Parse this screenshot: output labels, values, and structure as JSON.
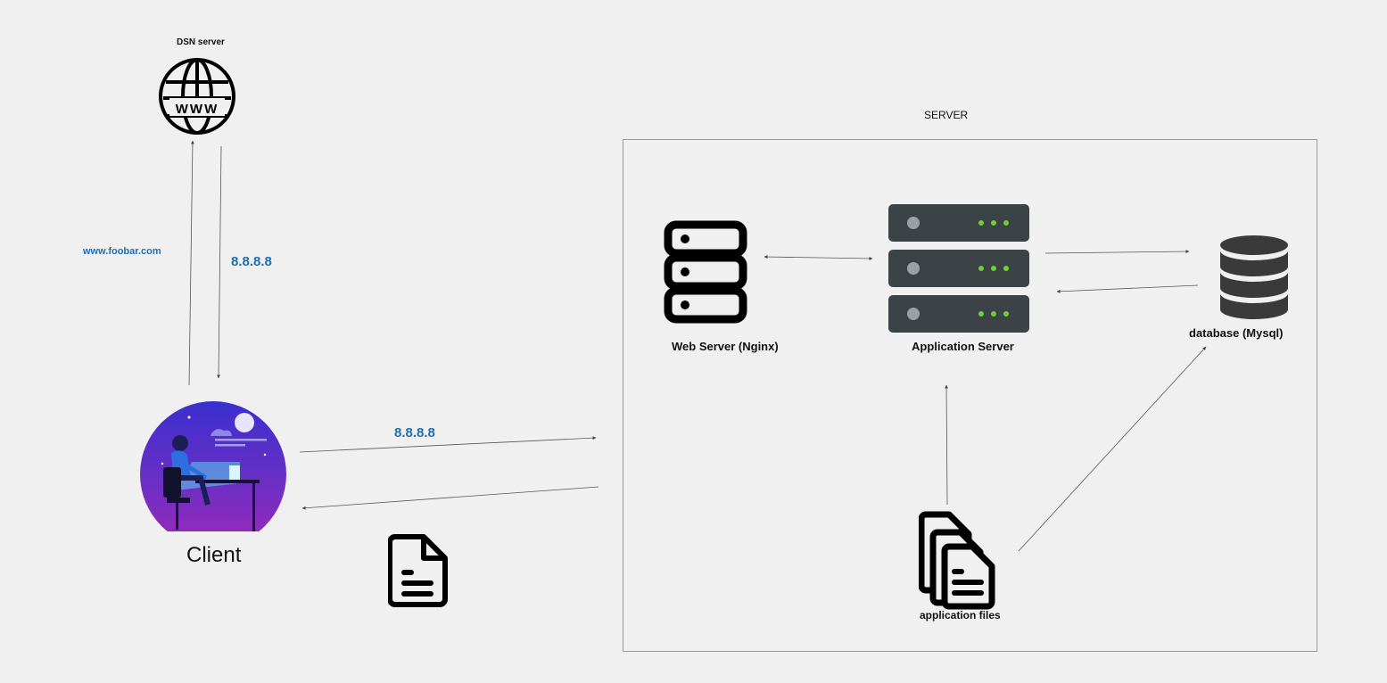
{
  "dns": {
    "label": "DSN server",
    "icon": "www-globe-icon",
    "icon_text": "WWW"
  },
  "request_label": "www.foobar.com",
  "dns_response_label": "8.8.8.8",
  "client": {
    "label": "Client",
    "icon": "client-illustration-icon"
  },
  "client_request_label": "8.8.8.8",
  "response_icon": "document-icon",
  "server_group": {
    "label": "SERVER"
  },
  "web_server": {
    "label": "Web Server (Nginx)",
    "icon": "server-stack-icon"
  },
  "app_server": {
    "label": "Application Server",
    "icon": "server-rack-icon"
  },
  "database": {
    "label": "database (Mysql)",
    "icon": "database-icon"
  },
  "app_files": {
    "label": "application files",
    "icon": "files-icon"
  },
  "colors": {
    "accent": "#1f6fb5",
    "line": "#555555",
    "background": "#f0f0f0"
  }
}
